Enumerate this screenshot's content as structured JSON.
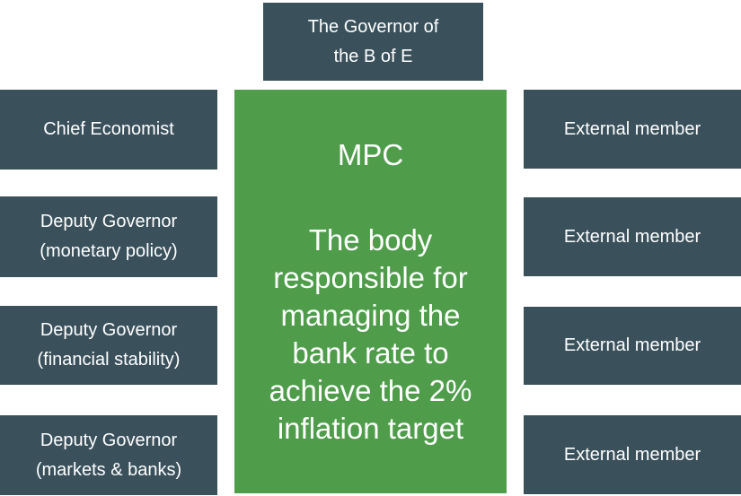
{
  "colors": {
    "dark_box": "#3a515c",
    "green_box": "#4f9d4b",
    "text": "#ffffff",
    "background": "#ffffff"
  },
  "top_box": {
    "lines": [
      "The Governor of",
      "the B of E"
    ]
  },
  "center_box": {
    "title": "MPC",
    "description_lines": [
      "The body",
      "responsible for",
      "managing the",
      "bank rate to",
      "achieve the 2%",
      "inflation target"
    ]
  },
  "left_column": {
    "boxes": [
      {
        "lines": [
          "Chief Economist"
        ]
      },
      {
        "lines": [
          "Deputy Governor",
          "(monetary policy)"
        ]
      },
      {
        "lines": [
          "Deputy Governor",
          "(financial stability)"
        ]
      },
      {
        "lines": [
          "Deputy Governor",
          "(markets & banks)"
        ]
      }
    ]
  },
  "right_column": {
    "boxes": [
      {
        "label": "External member"
      },
      {
        "label": "External member"
      },
      {
        "label": "External member"
      },
      {
        "label": "External member"
      }
    ]
  }
}
